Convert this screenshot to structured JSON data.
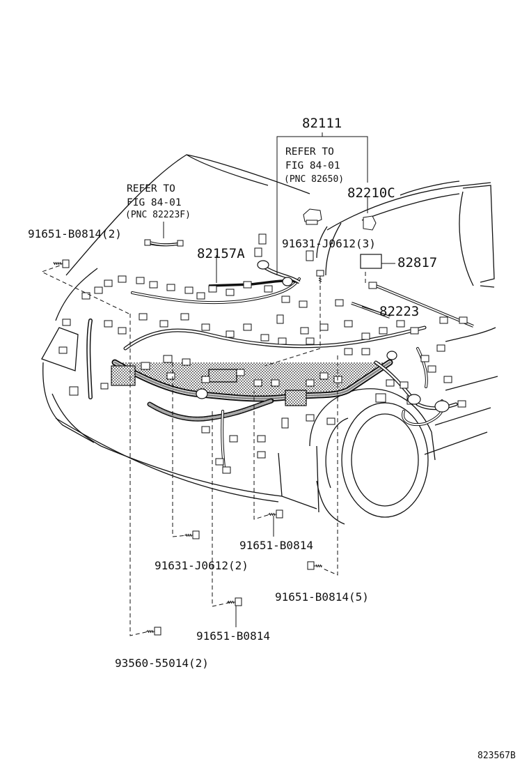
{
  "part_labels": {
    "p82111": "82111",
    "p82210c": "82210C",
    "p82157a": "82157A",
    "p82817": "82817",
    "p82223": "82223",
    "p91651_b0814_2": "91651-B0814(2)",
    "p91631_j0612_3": "91631-J0612(3)",
    "p91651_b0814_mid": "91651-B0814",
    "p91631_j0612_2": "91631-J0612(2)",
    "p91651_b0814_5": "91651-B0814(5)",
    "p91651_b0814_low": "91651-B0814",
    "p93560_55014_2": "93560-55014(2)"
  },
  "references": {
    "left": {
      "line1": "REFER TO",
      "line2": "FIG 84-01",
      "line3": "(PNC 82223F)"
    },
    "right": {
      "line1": "REFER TO",
      "line2": "FIG 84-01",
      "line3": "(PNC 82650)"
    }
  },
  "diagram_id": "823567B",
  "colors": {
    "ink": "#111111",
    "paper": "#ffffff",
    "harness_fill": "#9a9a9a"
  }
}
